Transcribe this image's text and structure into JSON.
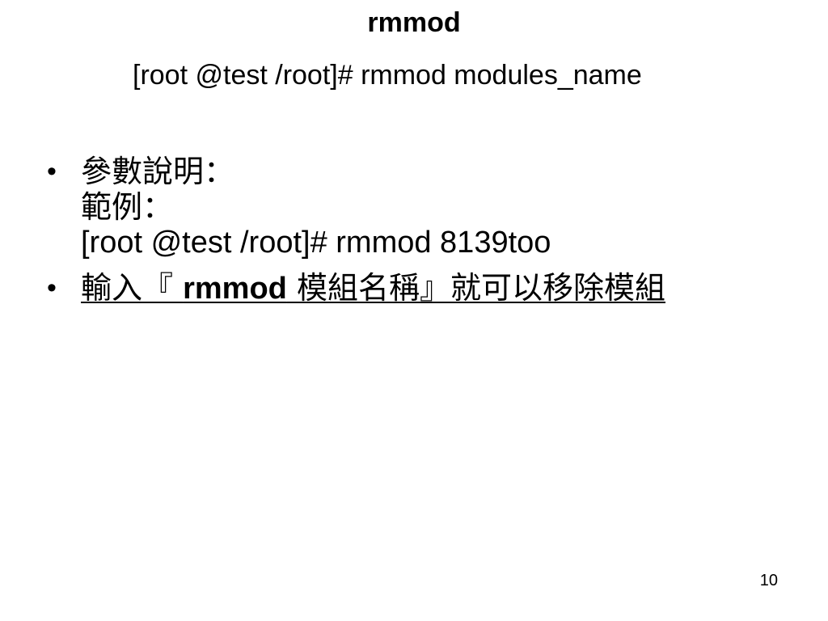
{
  "slide": {
    "title": "rmmod",
    "subtitle": "[root @test /root]# rmmod modules_name",
    "bullets": [
      {
        "bullet": "•",
        "lines": [
          "參數說明：",
          "範例：",
          "[root @test /root]# rmmod 8139too"
        ]
      },
      {
        "bullet": "•",
        "segments": [
          "輸入『 ",
          "rmmod",
          " 模組名稱』就可以移除模組"
        ]
      }
    ],
    "page_number": "10"
  }
}
